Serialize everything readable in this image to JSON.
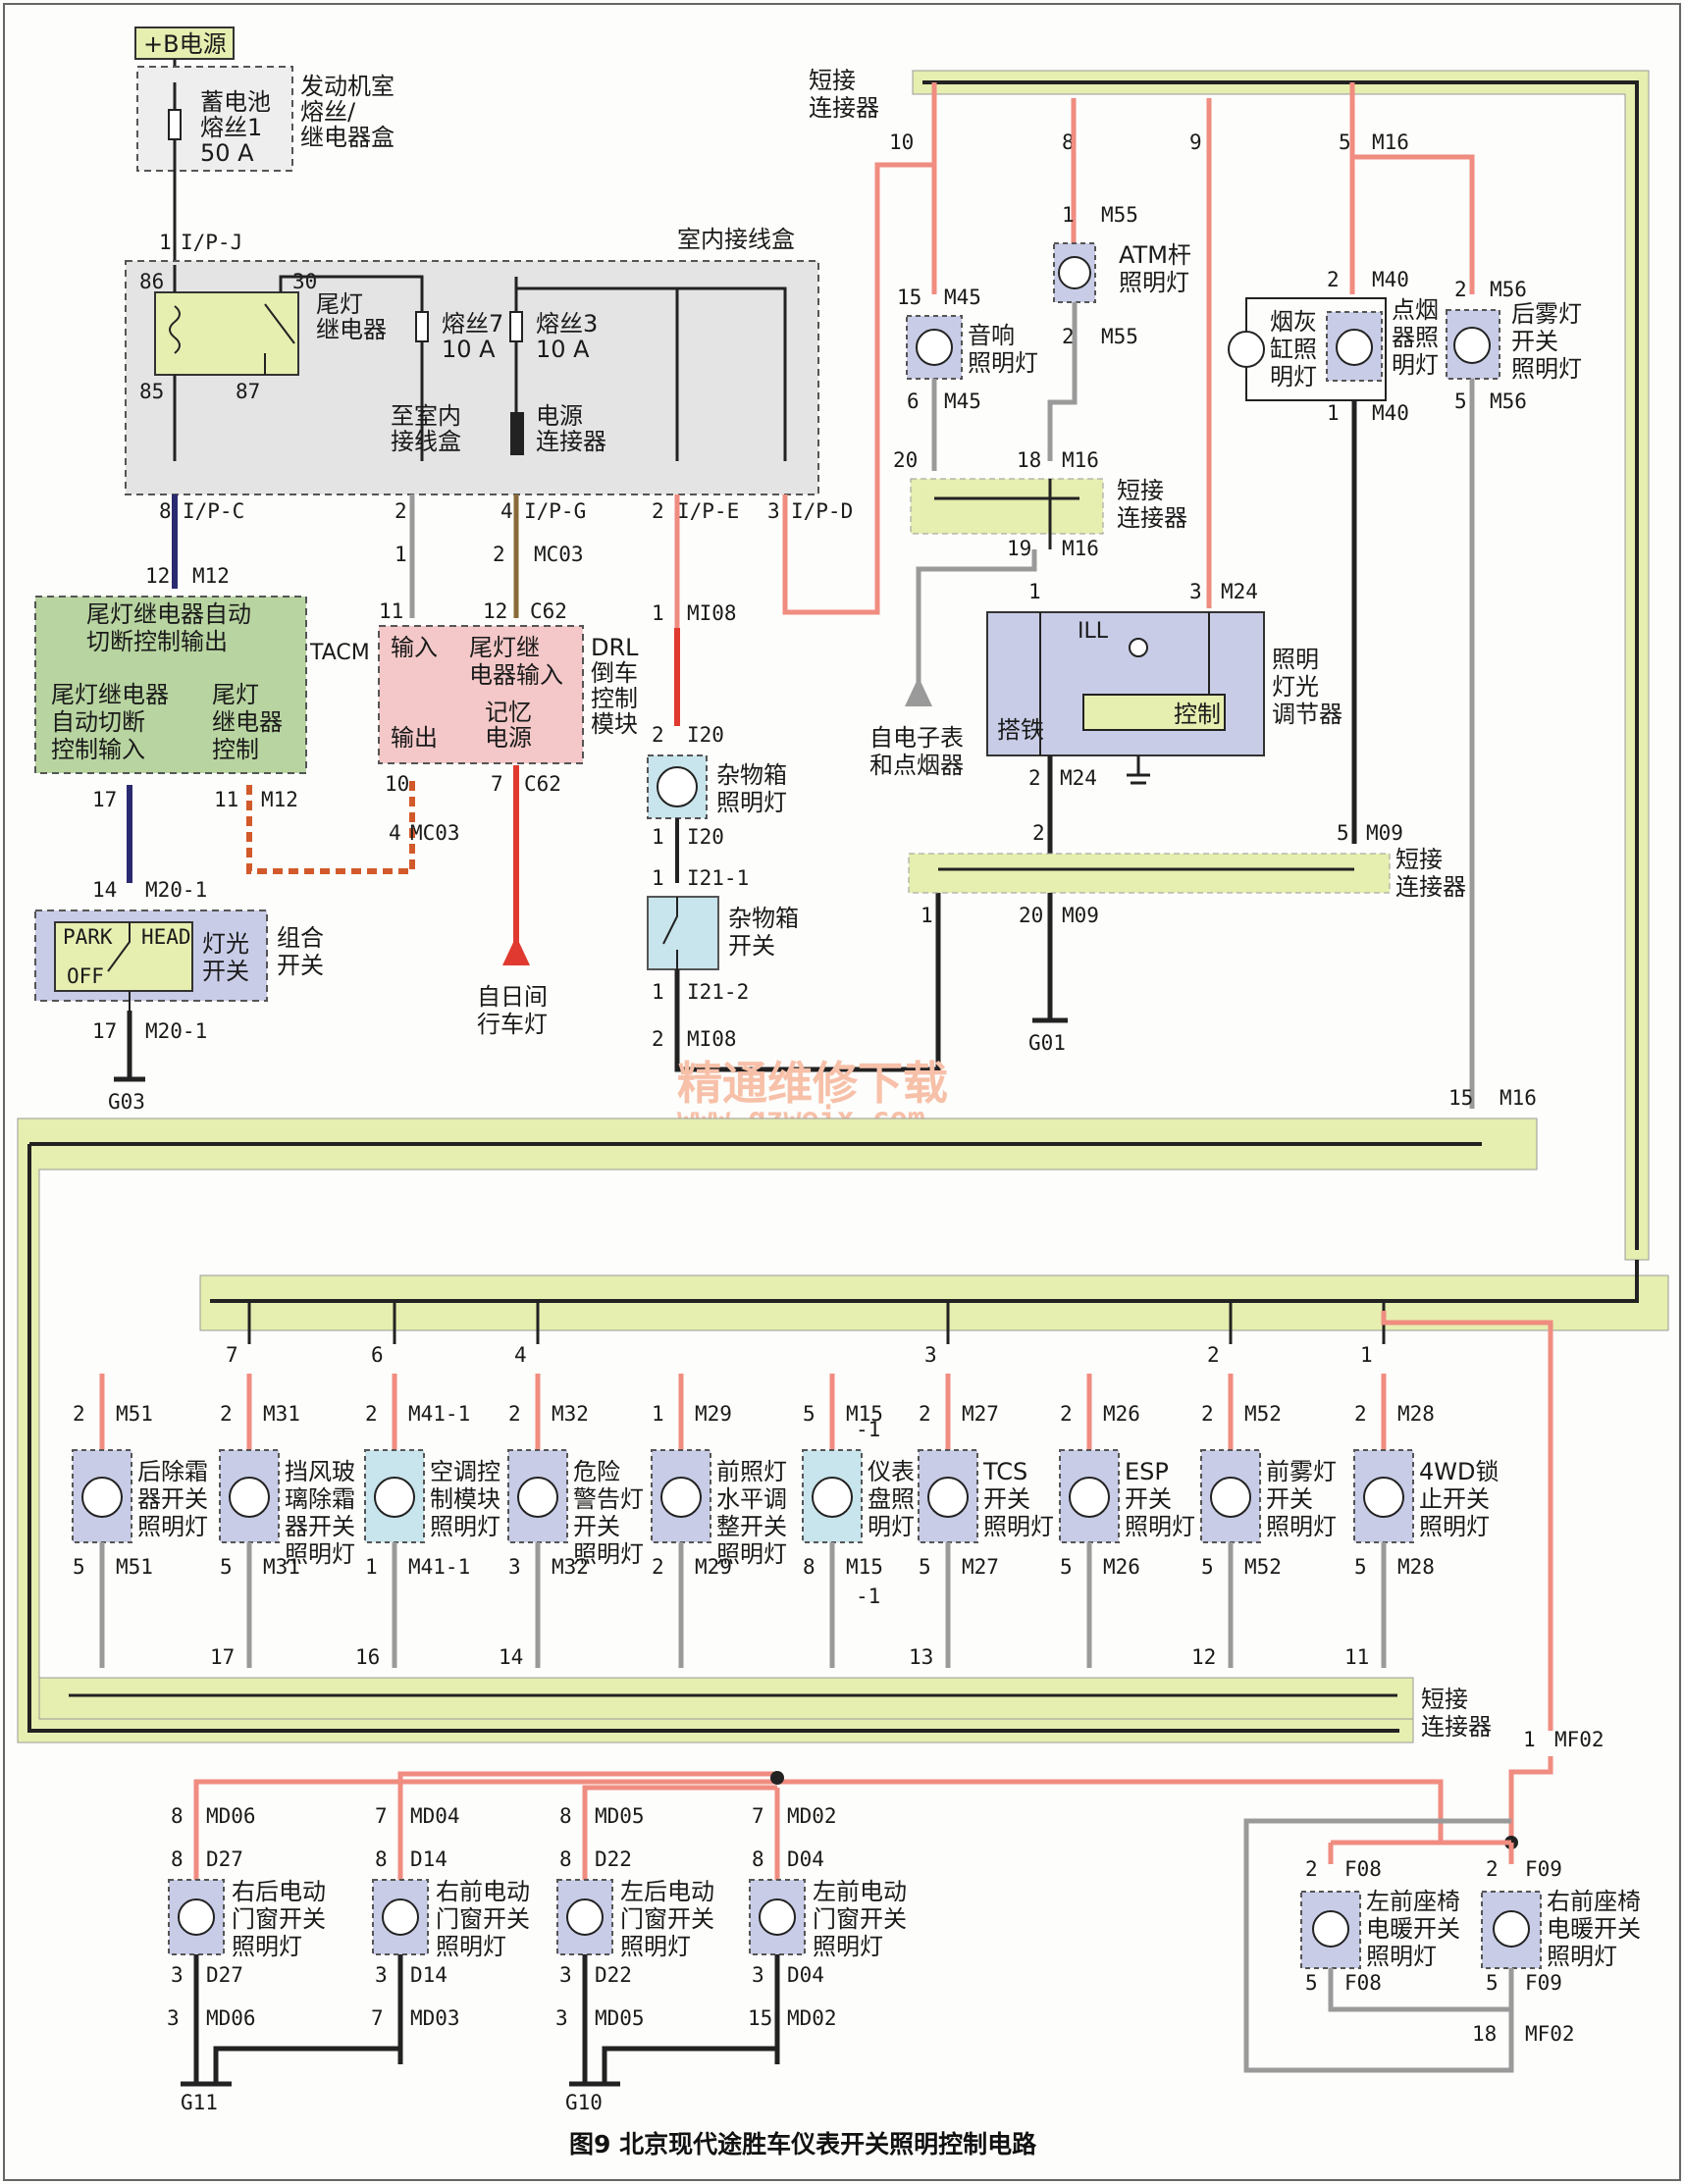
{
  "caption": "图9 北京现代途胜车仪表开关照明控制电路",
  "watermark": {
    "line1": "精通维修下载",
    "line2": "www.gzweix.com"
  },
  "top": {
    "power_label": "+B电源",
    "fuse_box_label_1": "发动机室",
    "fuse_box_label_2": "熔丝/",
    "fuse_box_label_3": "继电器盒",
    "battery_fuse_1": "蓄电池",
    "battery_fuse_2": "熔丝1",
    "battery_fuse_3": "50 A",
    "ipj": "I/P-J",
    "junction_box": "室内接线盒",
    "relay_1": "尾灯",
    "relay_2": "继电器",
    "fuse7_1": "熔丝7",
    "fuse7_2": "10 A",
    "fuse3_1": "熔丝3",
    "fuse3_2": "10 A",
    "to_jb_1": "至室内",
    "to_jb_2": "接线盒",
    "power_conn_1": "电源",
    "power_conn_2": "连接器",
    "ipc": "I/P-C",
    "ipg": "I/P-G",
    "ipe": "I/P-E",
    "ipd": "I/P-D",
    "m12": "M12",
    "mc03": "MC03",
    "c62": "C62",
    "mi08": "MI08",
    "tacm_1": "尾灯继电器自动",
    "tacm_2": "切断控制输出",
    "tacm_tag": "TACM",
    "tacm_in_1": "尾灯继电器",
    "tacm_in_2": "自动切断",
    "tacm_in_3": "控制输入",
    "tacm_ctl_1": "尾灯",
    "tacm_ctl_2": "继电器",
    "tacm_ctl_3": "控制",
    "drl_in": "输入",
    "drl_out": "输出",
    "drl_relay_in_1": "尾灯继",
    "drl_relay_in_2": "电器输入",
    "drl_mem_1": "记忆",
    "drl_mem_2": "电源",
    "drl_tag_1": "DRL",
    "drl_tag_2": "倒车",
    "drl_tag_3": "控制",
    "drl_tag_4": "模块",
    "drl_from_1": "自日间",
    "drl_from_2": "行车灯",
    "i20": "I20",
    "glove_lamp_1": "杂物箱",
    "glove_lamp_2": "照明灯",
    "i21_1": "I21-1",
    "i21_2": "I21-2",
    "glove_sw_1": "杂物箱",
    "glove_sw_2": "开关",
    "m20": "M20-1",
    "combo_park": "PARK",
    "combo_head": "HEAD",
    "combo_off": "OFF",
    "combo_lamp_1": "灯光",
    "combo_lamp_2": "开关",
    "combo_1": "组合",
    "combo_2": "开关",
    "g03": "G03",
    "short_conn_1": "短接",
    "short_conn_2": "连接器",
    "m16": "M16",
    "m55": "M55",
    "atm_1": "ATM杆",
    "atm_2": "照明灯",
    "m45": "M45",
    "audio_1": "音响",
    "audio_2": "照明灯",
    "m40": "M40",
    "ash_1": "烟灰",
    "ash_2": "缸照",
    "ash_3": "明灯",
    "lighter_1": "点烟",
    "lighter_2": "器照",
    "lighter_3": "明灯",
    "m56": "M56",
    "rfog_1": "后雾灯",
    "rfog_2": "开关",
    "rfog_3": "照明灯",
    "m24": "M24",
    "from_ecu_1": "自电子表",
    "from_ecu_2": "和点烟器",
    "ill": "ILL",
    "gnd_lbl": "搭铁",
    "ctl_lbl": "控制",
    "rheo_1": "照明",
    "rheo_2": "灯光",
    "rheo_3": "调节器",
    "m09": "M09",
    "g01": "G01"
  },
  "lamps": [
    {
      "pin_top": "2",
      "conn": "M51",
      "pin_bot": "5",
      "l1": "后除霜",
      "l2": "器开关",
      "l3": "照明灯"
    },
    {
      "pin_top": "2",
      "conn": "M31",
      "pin_bot": "5",
      "l1": "挡风玻",
      "l2": "璃除霜",
      "l3": "器开关",
      "l4": "照明灯"
    },
    {
      "pin_top": "2",
      "conn": "M41-1",
      "pin_bot": "1",
      "l1": "空调控",
      "l2": "制模块",
      "l3": "照明灯"
    },
    {
      "pin_top": "2",
      "conn": "M32",
      "pin_bot": "3",
      "l1": "危险",
      "l2": "警告灯",
      "l3": "开关",
      "l4": "照明灯"
    },
    {
      "pin_top": "1",
      "conn": "M29",
      "pin_bot": "2",
      "l1": "前照灯",
      "l2": "水平调",
      "l3": "整开关",
      "l4": "照明灯"
    },
    {
      "pin_top": "5",
      "conn": "M15",
      "pin_bot": "8",
      "l1": "仪表",
      "l2": "盘照",
      "l3": "明灯"
    },
    {
      "pin_top": "2",
      "conn": "M27",
      "pin_bot": "5",
      "l1": "TCS",
      "l2": "开关",
      "l3": "照明灯"
    },
    {
      "pin_top": "2",
      "conn": "M26",
      "pin_bot": "5",
      "l1": "ESP",
      "l2": "开关",
      "l3": "照明灯"
    },
    {
      "pin_top": "2",
      "conn": "M52",
      "pin_bot": "5",
      "l1": "前雾灯",
      "l2": "开关",
      "l3": "照明灯"
    },
    {
      "pin_top": "2",
      "conn": "M28",
      "pin_bot": "5",
      "l1": "4WD锁",
      "l2": "止开关",
      "l3": "照明灯"
    }
  ],
  "m15_suffix": "-1",
  "door_lamps": [
    {
      "md_top": "MD06",
      "mdp_top": "8",
      "d": "D27",
      "dp_top": "8",
      "dp_bot": "3",
      "md_bot": "MD06",
      "mdp_bot": "3",
      "l1": "右后电动",
      "l2": "门窗开关",
      "l3": "照明灯"
    },
    {
      "md_top": "MD04",
      "mdp_top": "7",
      "d": "D14",
      "dp_top": "8",
      "dp_bot": "3",
      "md_bot": "MD03",
      "mdp_bot": "7",
      "l1": "右前电动",
      "l2": "门窗开关",
      "l3": "照明灯"
    },
    {
      "md_top": "MD05",
      "mdp_top": "8",
      "d": "D22",
      "dp_top": "8",
      "dp_bot": "3",
      "md_bot": "MD05",
      "mdp_bot": "3",
      "l1": "左后电动",
      "l2": "门窗开关",
      "l3": "照明灯"
    },
    {
      "md_top": "MD02",
      "mdp_top": "7",
      "d": "D04",
      "dp_top": "8",
      "dp_bot": "3",
      "md_bot": "MD02",
      "mdp_bot": "15",
      "l1": "左前电动",
      "l2": "门窗开关",
      "l3": "照明灯"
    }
  ],
  "seat_lamps": [
    {
      "conn": "F08",
      "l1": "左前座椅",
      "l2": "电暖开关",
      "l3": "照明灯"
    },
    {
      "conn": "F09",
      "l1": "右前座椅",
      "l2": "电暖开关",
      "l3": "照明灯"
    }
  ],
  "mf02": "MF02",
  "g10": "G10",
  "g11": "G11",
  "colors": {
    "pink": "#f08c80",
    "red": "#e03a30",
    "gray": "#9a9a9a",
    "black": "#222222",
    "navy": "#2a2a70",
    "brown": "#8a6a3a",
    "connector": "#e6eeb0",
    "lampbox": "#c8cce6"
  }
}
